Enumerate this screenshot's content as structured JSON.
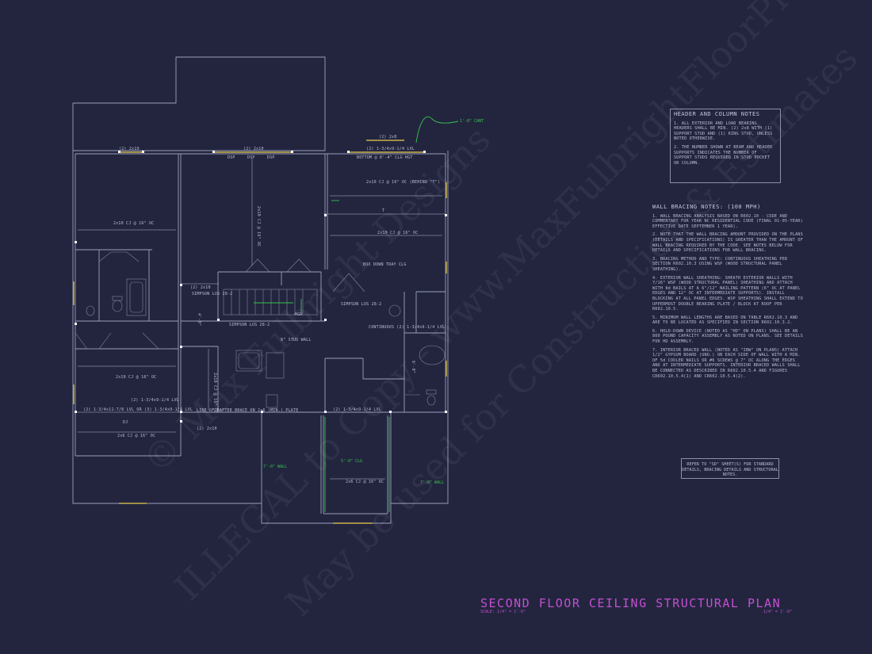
{
  "plan": {
    "title": "SECOND FLOOR CEILING STRUCTURAL PLAN",
    "scale_left": "SCALE: 1/4\" = 1'-0\"",
    "scale_right": "1/4\" = 1'-0\""
  },
  "header_notes": {
    "title": "HEADER AND COLUMN NOTES",
    "items": [
      "1. ALL EXTERIOR AND LOAD BEARING HEADERS SHALL BE MIN. (2) 2x8 WITH (1) SUPPORT STUD AND (1) KING STUD, UNLESS NOTED OTHERWISE.",
      "2. THE NUMBER SHOWN AT BEAM AND HEADER SUPPORTS INDICATES THE NUMBER OF SUPPORT STUDS REQUIRED IN STUD POCKET OR COLUMN."
    ]
  },
  "bracing_notes": {
    "title": "WALL BRACING NOTES: (100 MPH)",
    "items": [
      "1. WALL BRACING ANALYSIS BASED ON R602.10 - CODE AND COMMENTARY FOR YEAR NC RESIDENTIAL CODE (FINAL 01-05-YEAR) EFFECTIVE DATE SEPTEMBER 1 YEAR).",
      "2. NOTE THAT THE WALL BRACING AMOUNT PROVIDED ON THE PLANS (DETAILS AND SPECIFICATIONS) IS GREATER THAN THE AMOUNT OF WALL BRACING REQUIRED BY THE CODE. SEE NOTES BELOW FOR DETAILS AND SPECIFICATIONS FOR WALL BRACING.",
      "3. BRACING METHOD AND TYPE: CONTINUOUS SHEATHING PER SECTION R602.10.3 USING WSP (WOOD STRUCTURAL PANEL SHEATHING).",
      "4. EXTERIOR WALL SHEATHING: SHEATH EXTERIOR WALLS WITH 7/16\" WSP (WOOD STRUCTURAL PANEL) SHEATHING AND ATTACH WITH 8d NAILS AT A 6\"/12\" NAILING PATTERN (6\" OC AT PANEL EDGES AND 12\" OC AT INTERMEDIATE SUPPORTS). INSTALL BLOCKING AT ALL PANEL EDGES. WSP SHEATHING SHALL EXTEND TO UPPERMOST DOUBLE BEARING PLATE / BLOCK AT ROOF PER R602.10.5.",
      "5. MINIMUM WALL LENGTHS ARE BASED ON TABLE R602.10.3 AND ARE TO BE LOCATED AS SPECIFIED IN SECTION R602.10.3.2.",
      "6. HOLD-DOWN DEVICE (NOTED AS \"HD\" ON PLANS) SHALL BE AN 800 POUND CAPACITY ASSEMBLY AS NOTED ON PLANS. SEE DETAILS FOR HD ASSEMBLY.",
      "7. INTERIOR BRACED WALL (NOTED AS \"IBW\" ON PLANS) ATTACH 1/2\" GYPSUM BOARD (UNO.) ON EACH SIDE OF WALL WITH A MIN. OF 5d COOLER NAILS OR #6 SCREWS @ 7\" OC ALONG THE EDGES AND AT INTERMEDIATE SUPPORTS. INTERIOR BRACED WALLS SHALL BE CONNECTED AS DESCRIBED IN R602.10.5.4 AND FIGURES CR602.10.5.4(1) AND CR602.10.5.4(2)."
    ]
  },
  "refer_note": "REFER TO \"SD\" SHEET(S) FOR STANDARD DETAILS, BRACING DETAILS AND STRUCTURAL NOTES.",
  "labels": {
    "hdr_2x10_a": "(2) 2x10",
    "hdr_2x10_b": "(2) 2x10",
    "hdr_2x8": "(2) 2x8",
    "hdr_lvl_top": "(2) 1-3/4x9-1/4 LVL",
    "dsp1": "DSP",
    "dsp2": "DSP",
    "dsp3": "DSP",
    "bottom_clg": "BOTTOM @ 8'-4\" CLG HGT",
    "cant": "1'-8\" CANT",
    "cj_behind": "2x10 CJ @ 16\" OC (BEHIND \"T\")",
    "cj_left": "2x10 CJ @ 16\" OC",
    "cj_center_v": "2x10 CJ @ 16\" OC",
    "cj_right": "2x10 CJ @ 16\" OC",
    "tray": "BOX DOWN TRAY CLG",
    "simpson1": "SIMPSON LUS 28-2",
    "simpson2": "SIMPSON LUS 28-2",
    "simpson3": "SIMPSON LUS 28-2",
    "hdr_2x10_stair": "(2) 2x10",
    "continuous": "CONTINUOUS (2) 1-3/4x9-1/4 LVL",
    "stud_wall": "8\" STUD WALL",
    "cj_mid_left": "2x10 CJ @ 16\" OC",
    "cj_bath": "2x10 CJ @ 16\" OC",
    "lvl_left1": "(2) 1-3/4x9-1/4 LVL",
    "lvl_left2": "(2) 1-3/4x11-7/8 LVL OR (3) 1-3/4x9-1/4 LVL",
    "lvl_mid": "(2) 1-3/4x9-1/4 LVL",
    "rafter_line": "LINE OF RAFTER BRACE ON 2x6 (MIN.) PLATE",
    "hdr_2x10_low": "(2) 2x10",
    "cj_bottom_left": "2x6 CJ @ 16\" OC",
    "dj": "DJ",
    "wall_7ft_left": "7'-0\" WALL",
    "wall_7ft_right": "7'-0\" WALL",
    "clg_5ft": "5'-0\" CLG",
    "cj_bottom_mid": "2x6 CJ @ 16\" OC",
    "hgr": "HGR",
    "t": "T",
    "dim_6": "6'-0\"",
    "dim_4": "4'-0\""
  },
  "watermark": {
    "line1": "© Max Fulbright Designs",
    "line2": "ILLEGAL to Copy - www.MaxFulbrightFloorPlans.com",
    "line3": "May be used for Construction & Estimates"
  },
  "colors": {
    "background": "#23253f",
    "linework": "#9aa0b8",
    "header_marks": "#c9b24a",
    "accent_green": "#35c44a",
    "title_magenta": "#c44fd0"
  }
}
